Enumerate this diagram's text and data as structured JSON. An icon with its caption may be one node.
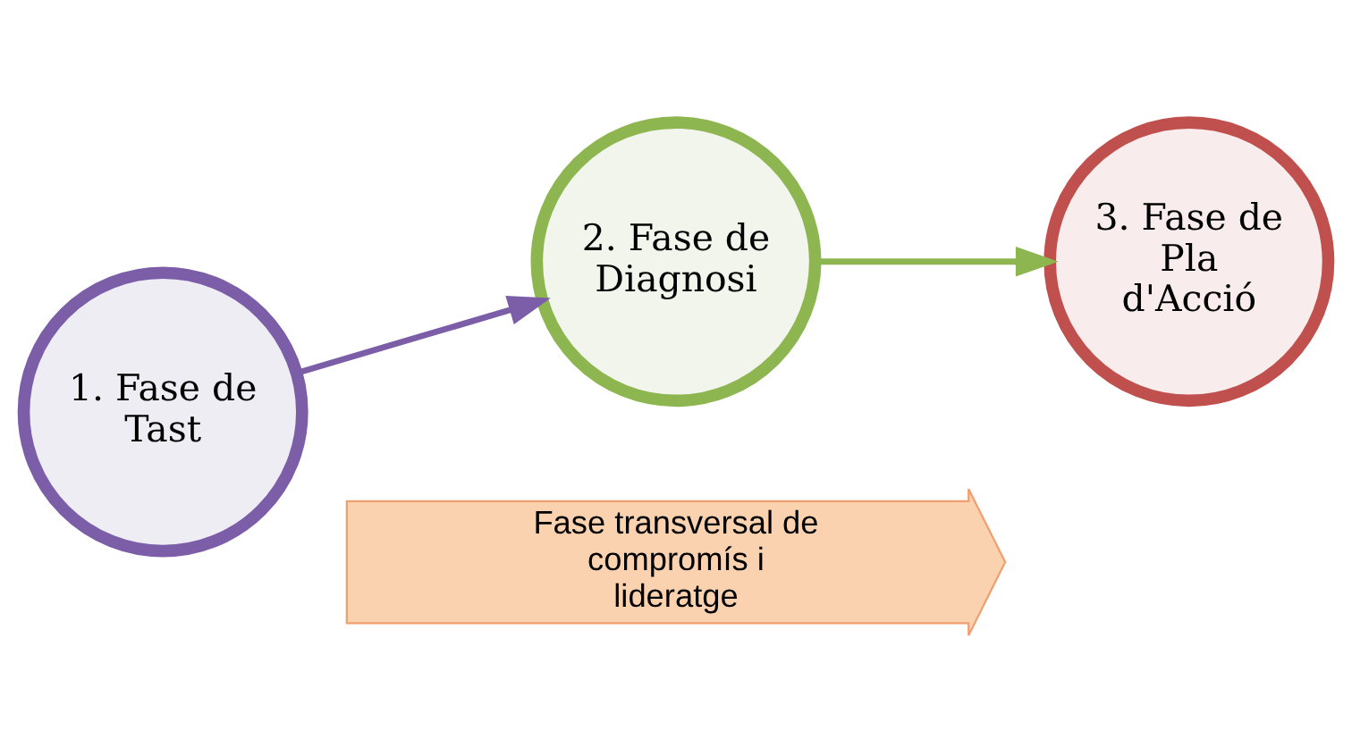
{
  "diagram": {
    "nodes": [
      {
        "text": [
          "1. Fase de Tast"
        ]
      },
      {
        "text": [
          "2. Fase de Diagnosi"
        ]
      },
      {
        "text": [
          "3. Fase de Pla d'Acció"
        ]
      },
      {
        "text": [
          "Fase transversal de compromís i lideratge"
        ]
      }
    ],
    "edges": [
      {
        "from": 0,
        "to": 1,
        "arrow": "to",
        "color": "#7b5ea7"
      },
      {
        "from": 1,
        "to": 2,
        "arrow": "to",
        "color": "#8db650"
      }
    ]
  }
}
